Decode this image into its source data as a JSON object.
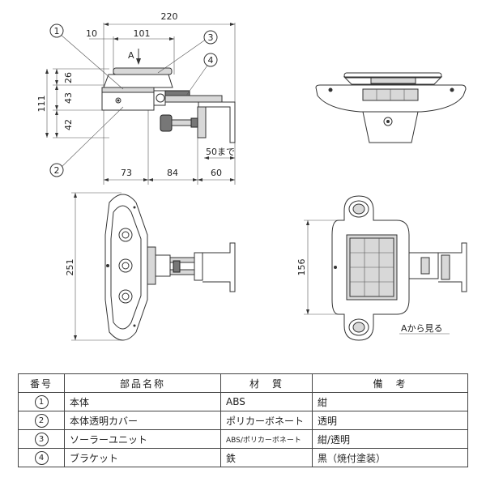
{
  "dimensions": {
    "top_width": "220",
    "offset_10": "10",
    "width_101": "101",
    "h_26": "26",
    "h_43": "43",
    "h_42": "42",
    "total_h": "111",
    "w_73": "73",
    "w_84": "84",
    "w_60": "60",
    "max_50": "50まで",
    "h_251": "251",
    "h_156": "156"
  },
  "labels": {
    "arrow_a": "A",
    "view_a": "Aから見る"
  },
  "callouts": [
    "1",
    "2",
    "3",
    "4"
  ],
  "table": {
    "headers": [
      "番号",
      "部品名称",
      "材　質",
      "備　考"
    ],
    "rows": [
      {
        "no": "1",
        "name": "本体",
        "material": "ABS",
        "note": "紺"
      },
      {
        "no": "2",
        "name": "本体透明カバー",
        "material": "ポリカーボネート",
        "note": "透明"
      },
      {
        "no": "3",
        "name": "ソーラーユニット",
        "material": "ABS/ポリカーボネート",
        "note": "紺/透明"
      },
      {
        "no": "4",
        "name": "ブラケット",
        "material": "鉄",
        "note": "黒（焼付塗装）"
      }
    ]
  }
}
